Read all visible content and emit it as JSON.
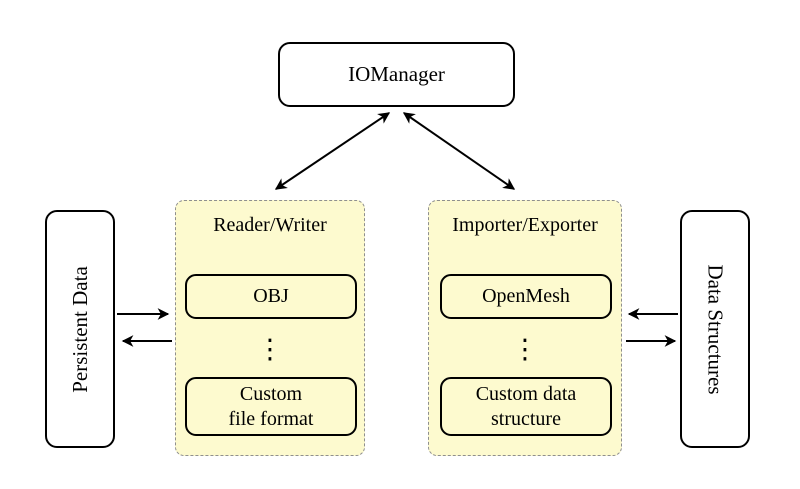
{
  "colors": {
    "background": "#ffffff",
    "node_fill": "#ffffff",
    "panel_fill": "#fdfacf",
    "panel_border": "#8f8f8f",
    "stroke": "#000000"
  },
  "nodes": {
    "iomanager": {
      "label": "IOManager"
    },
    "persistent_data": {
      "label": "Persistent Data"
    },
    "data_structures": {
      "label": "Data Structures"
    }
  },
  "panels": {
    "reader_writer": {
      "title": "Reader/Writer",
      "item_top": "OBJ",
      "ellipsis": "⋮",
      "item_bottom_lines": [
        "Custom",
        "file format"
      ]
    },
    "importer_exporter": {
      "title": "Importer/Exporter",
      "item_top": "OpenMesh",
      "ellipsis": "⋮",
      "item_bottom_lines": [
        "Custom data",
        "structure"
      ]
    }
  }
}
